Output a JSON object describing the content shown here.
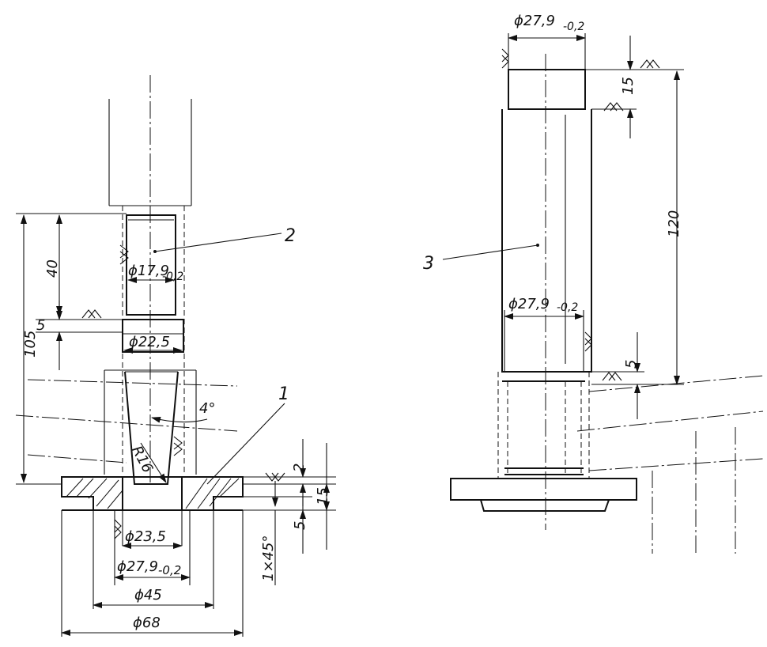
{
  "labels": {
    "part_1": "1",
    "part_2": "2",
    "part_3": "3"
  },
  "dims_left": {
    "d105": "105",
    "d40": "40",
    "d5": "5",
    "phi17": "ϕ17,9",
    "phi17_tol": "-0,2",
    "phi22": "ϕ22,5",
    "angle4": "4°",
    "r16": "R16",
    "d2": "2",
    "d15": "15",
    "d5b": "5",
    "chamfer": "1×45°",
    "phi23": "ϕ23,5",
    "phi27": "ϕ27,9",
    "phi27_tol": "-0,2",
    "phi45": "ϕ45",
    "phi68": "ϕ68"
  },
  "dims_right": {
    "phi27_top": "ϕ27,9",
    "phi27_top_tol": "-0,2",
    "d15": "15",
    "d120": "120",
    "phi27_mid": "ϕ27,9",
    "phi27_mid_tol": "-0,2",
    "d5": "5"
  }
}
